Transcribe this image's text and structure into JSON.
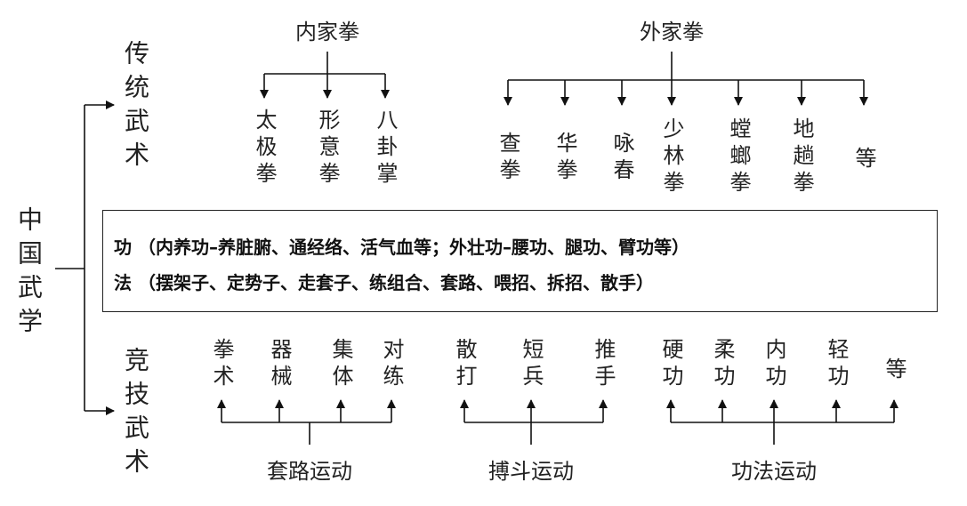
{
  "root": "中国武学",
  "traditional": {
    "label": "传统武术",
    "internal": {
      "label": "内家拳",
      "items": [
        "太极拳",
        "形意拳",
        "八卦掌"
      ]
    },
    "external": {
      "label": "外家拳",
      "items": [
        "查拳",
        "华拳",
        "咏春",
        "少林拳",
        "螳螂拳",
        "地趟拳",
        "等"
      ]
    }
  },
  "gongfa_box": {
    "gong": "功 （内养功–养脏腑、通经络、活气血等；外壮功–腰功、腿功、臂功等）",
    "fa": "法 （摆架子、定势子、走套子、练组合、套路、喂招、拆招、散手）"
  },
  "competitive": {
    "label": "竞技武术",
    "groups": [
      {
        "label": "套路运动",
        "items": [
          "拳术",
          "器械",
          "集体",
          "对练"
        ]
      },
      {
        "label": "搏斗运动",
        "items": [
          "散打",
          "短兵",
          "推手"
        ]
      },
      {
        "label": "功法运动",
        "items": [
          "硬功",
          "柔功",
          "内功",
          "轻功",
          "等"
        ]
      }
    ]
  }
}
